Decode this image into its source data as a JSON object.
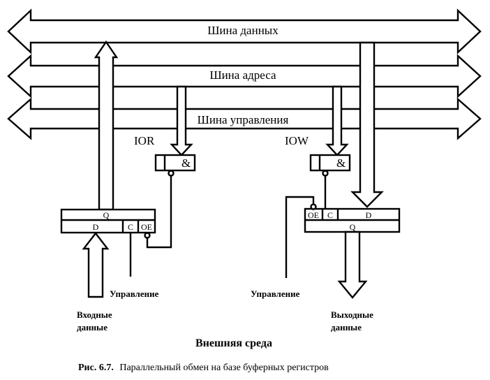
{
  "buses": {
    "data": "Шина данных",
    "address": "Шина адреса",
    "control": "Шина управления"
  },
  "signals": {
    "ior": "IOR",
    "iow": "IOW",
    "and_symbol": "&"
  },
  "input_register": {
    "q": "Q",
    "d": "D",
    "c": "C",
    "oe": "OE"
  },
  "output_register": {
    "oe": "OE",
    "c": "C",
    "d": "D",
    "q": "Q"
  },
  "labels": {
    "control_left": "Управление",
    "control_right": "Управление",
    "input_data_line1": "Входные",
    "input_data_line2": "данные",
    "output_data_line1": "Выходные",
    "output_data_line2": "данные",
    "external_environment": "Внешняя среда"
  },
  "caption": {
    "prefix": "Рис. 6.7.",
    "text": "Параллельный обмен на базе буферных регистров"
  }
}
